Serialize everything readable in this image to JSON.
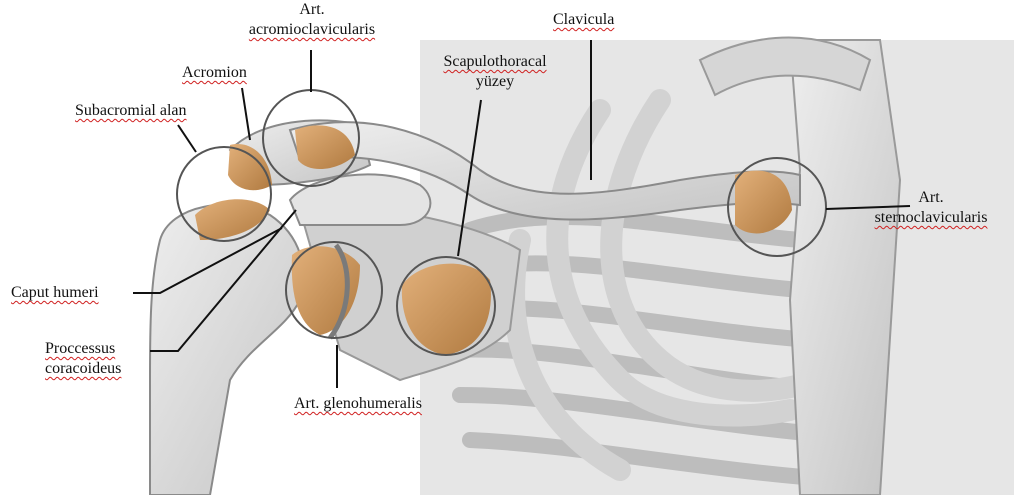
{
  "labels": {
    "art_acromioclavicularis_line1": "Art.",
    "art_acromioclavicularis_line2": "acromioclavicularis",
    "acromion": "Acromion",
    "subacromial_alan": "Subacromial alan",
    "scapulothoracal_line1": "Scapulothoracal",
    "scapulothoracal_line2": "yüzey",
    "clavicula": "Clavicula",
    "art_sternoclavicularis_line1": "Art.",
    "art_sternoclavicularis_line2": "sternoclavicularis",
    "caput_humeri": "Caput humeri",
    "proccessus_line1": "Proccessus",
    "proccessus_line2": "coracoideus",
    "art_glenohumeralis": "Art. glenohumeralis"
  },
  "colors": {
    "bone": "#dcdcdc",
    "bone_shadow": "#b8b8b8",
    "cartilage": "#c9965c",
    "outline": "#555555",
    "leader": "#111111",
    "spellcheck": "#d02020"
  }
}
